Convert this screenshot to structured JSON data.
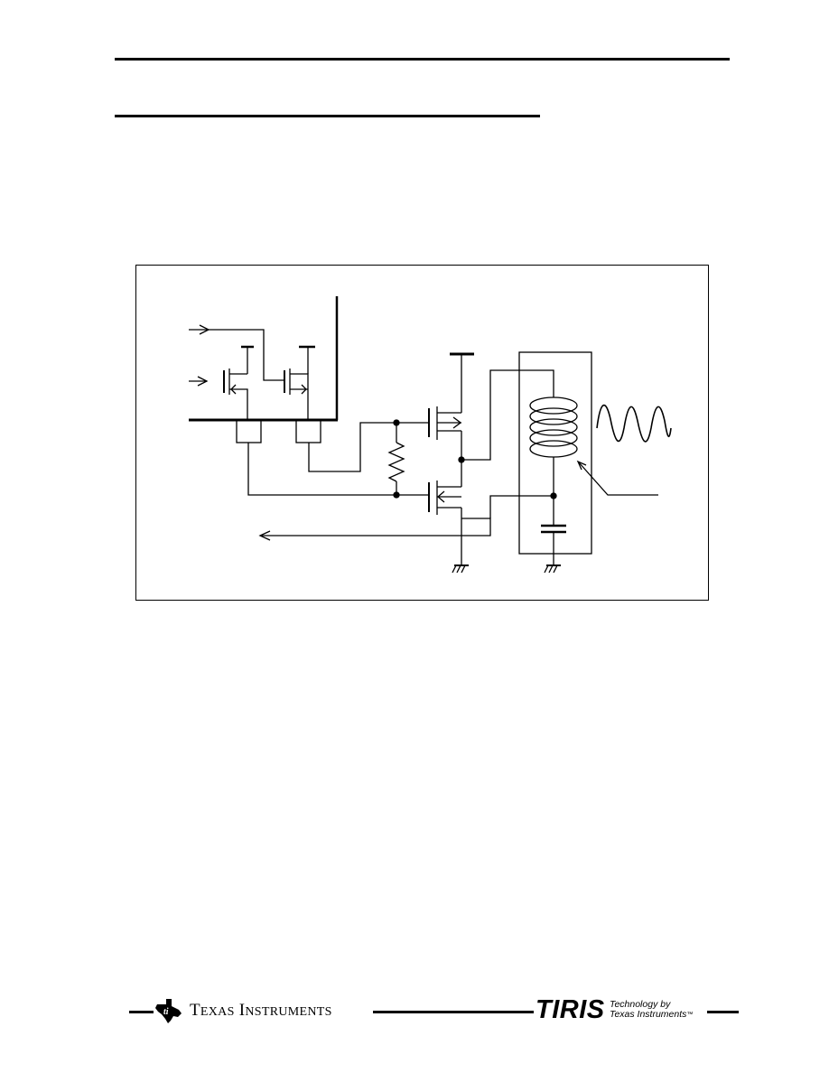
{
  "footer": {
    "company_name_initial_1": "T",
    "company_name_rest_1": "EXAS",
    "company_name_initial_2": "I",
    "company_name_rest_2": "NSTRUMENTS",
    "brand": "TIRIS",
    "tagline_line1": "Technology by",
    "tagline_line2": "Texas Instruments",
    "trademark": "™",
    "logo_icon": "texas-instruments-state-logo-icon"
  },
  "figure": {
    "type": "circuit-schematic",
    "components": [
      "pmos-transistor",
      "nmos-transistor",
      "resistor",
      "coil-antenna",
      "capacitor",
      "ground-symbol",
      "signal-arrow",
      "sine-wave"
    ]
  }
}
